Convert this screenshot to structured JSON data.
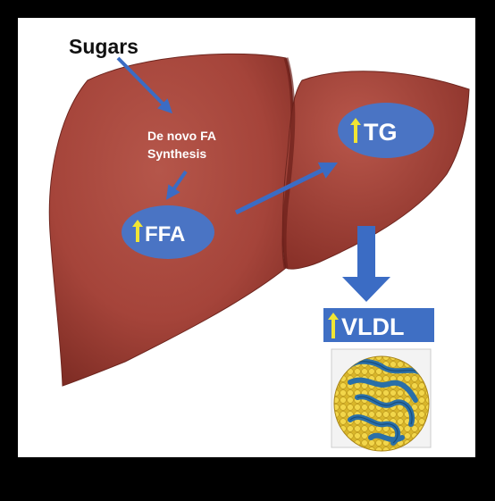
{
  "labels": {
    "sugars": "Sugars",
    "de_novo_line1": "De novo FA",
    "de_novo_line2": "Synthesis",
    "ffa": "FFA",
    "tg": "TG",
    "vldl": "VLDL"
  },
  "colors": {
    "liver": "#a7443a",
    "liver_dark": "#7a2a22",
    "ellipse": "#4a74c4",
    "arrow": "#3b6cc4",
    "up_arrow": "#f0e534",
    "vldl_box": "#3f6fc4",
    "particle_yellow": "#e3c12a",
    "particle_blue": "#2a6fa8"
  },
  "icons": [
    "up-arrow-icon",
    "down-block-arrow-icon",
    "vldl-particle-icon"
  ]
}
